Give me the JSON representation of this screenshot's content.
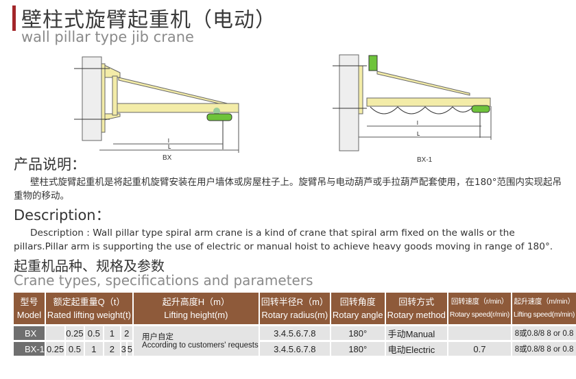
{
  "header": {
    "title": "壁柱式旋臂起重机（电动）",
    "subtitle": "wall pillar type jib crane"
  },
  "diagrams": [
    {
      "label": "BX",
      "dim_small": "l",
      "dim_large": "L"
    },
    {
      "label": "BX-1",
      "dim_small": "l",
      "dim_large": "L"
    }
  ],
  "product_desc": {
    "heading": "产品说明：",
    "text": "壁柱式旋臂起重机是将起重机旋臂安装在用户墙体或房屋柱子上。旋臂吊与电动葫芦或手拉葫芦配套使用，在180°范围内实现起吊重物的移动。"
  },
  "description": {
    "heading": "Description：",
    "text": "Description : Wall pillar type spiral arm crane is a kind of crane that spiral arm fixed on the walls or the pillars.Pillar arm is supporting the use of electric or manual hoist to achieve heavy goods moving in range of 180°."
  },
  "specs": {
    "heading_cn": "起重机品种、规格及参数",
    "heading_en": "Crane types, specifications and parameters",
    "columns": [
      {
        "cn": "型号",
        "en": "Model"
      },
      {
        "cn": "额定起重量Q（t）",
        "en": "Rated lifting weight(t)"
      },
      {
        "cn": "起升高度H（m）",
        "en": "Lifting height(m)"
      },
      {
        "cn": "回转半径R（m）",
        "en": "Rotary radius(m)"
      },
      {
        "cn": "回转角度",
        "en": "Rotary angle"
      },
      {
        "cn": "回转方式",
        "en": "Rotary method"
      },
      {
        "cn": "回转速度（r/min）",
        "en": "Rotary speed(r/min)"
      },
      {
        "cn": "起升速度（m/min）",
        "en": "Lifting speed(m/min)"
      }
    ],
    "rows": [
      {
        "model": "BX",
        "weights": [
          "",
          "0.25",
          "0.5",
          "1",
          "2"
        ],
        "radius": "3.4.5.6.7.8",
        "angle": "180°",
        "method": "手动Manual",
        "speed": "",
        "lift_speed": "8或0.8/8  8 or 0.8"
      },
      {
        "model": "BX-1",
        "weights": [
          "0.25",
          "0.5",
          "1",
          "2",
          "3",
          "5"
        ],
        "radius": "3.4.5.6.7.8",
        "angle": "180°",
        "method": "电动Electric",
        "speed": "0.7",
        "lift_speed": "8或0.8/8  8 or 0.8"
      }
    ],
    "lifting_height": {
      "cn": "用户自定",
      "en": "According to customers' requests"
    }
  }
}
